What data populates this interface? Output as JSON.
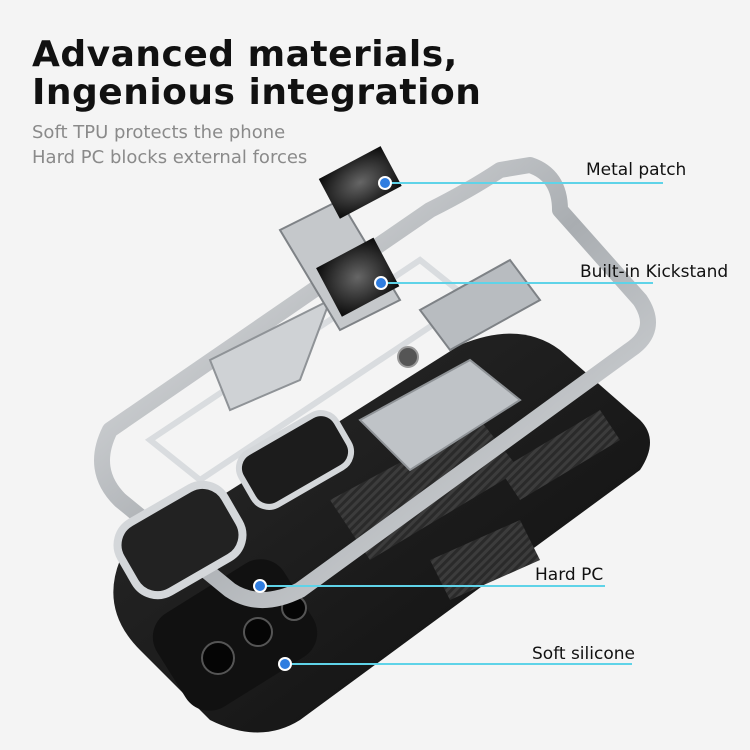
{
  "headline": {
    "line1": "Advanced materials,",
    "line2": "Ingenious integration"
  },
  "subtext": {
    "line1": "Soft TPU protects the phone",
    "line2": "Hard PC blocks external forces"
  },
  "callouts": [
    {
      "label": "Metal patch"
    },
    {
      "label": "Built-in Kickstand"
    },
    {
      "label": "Hard PC"
    },
    {
      "label": "Soft silicone"
    }
  ],
  "colors": {
    "accent_line": "#5fd3e8",
    "marker": "#2f7de0",
    "frame": "#c9cdd1",
    "case": "#1b1b1b"
  }
}
